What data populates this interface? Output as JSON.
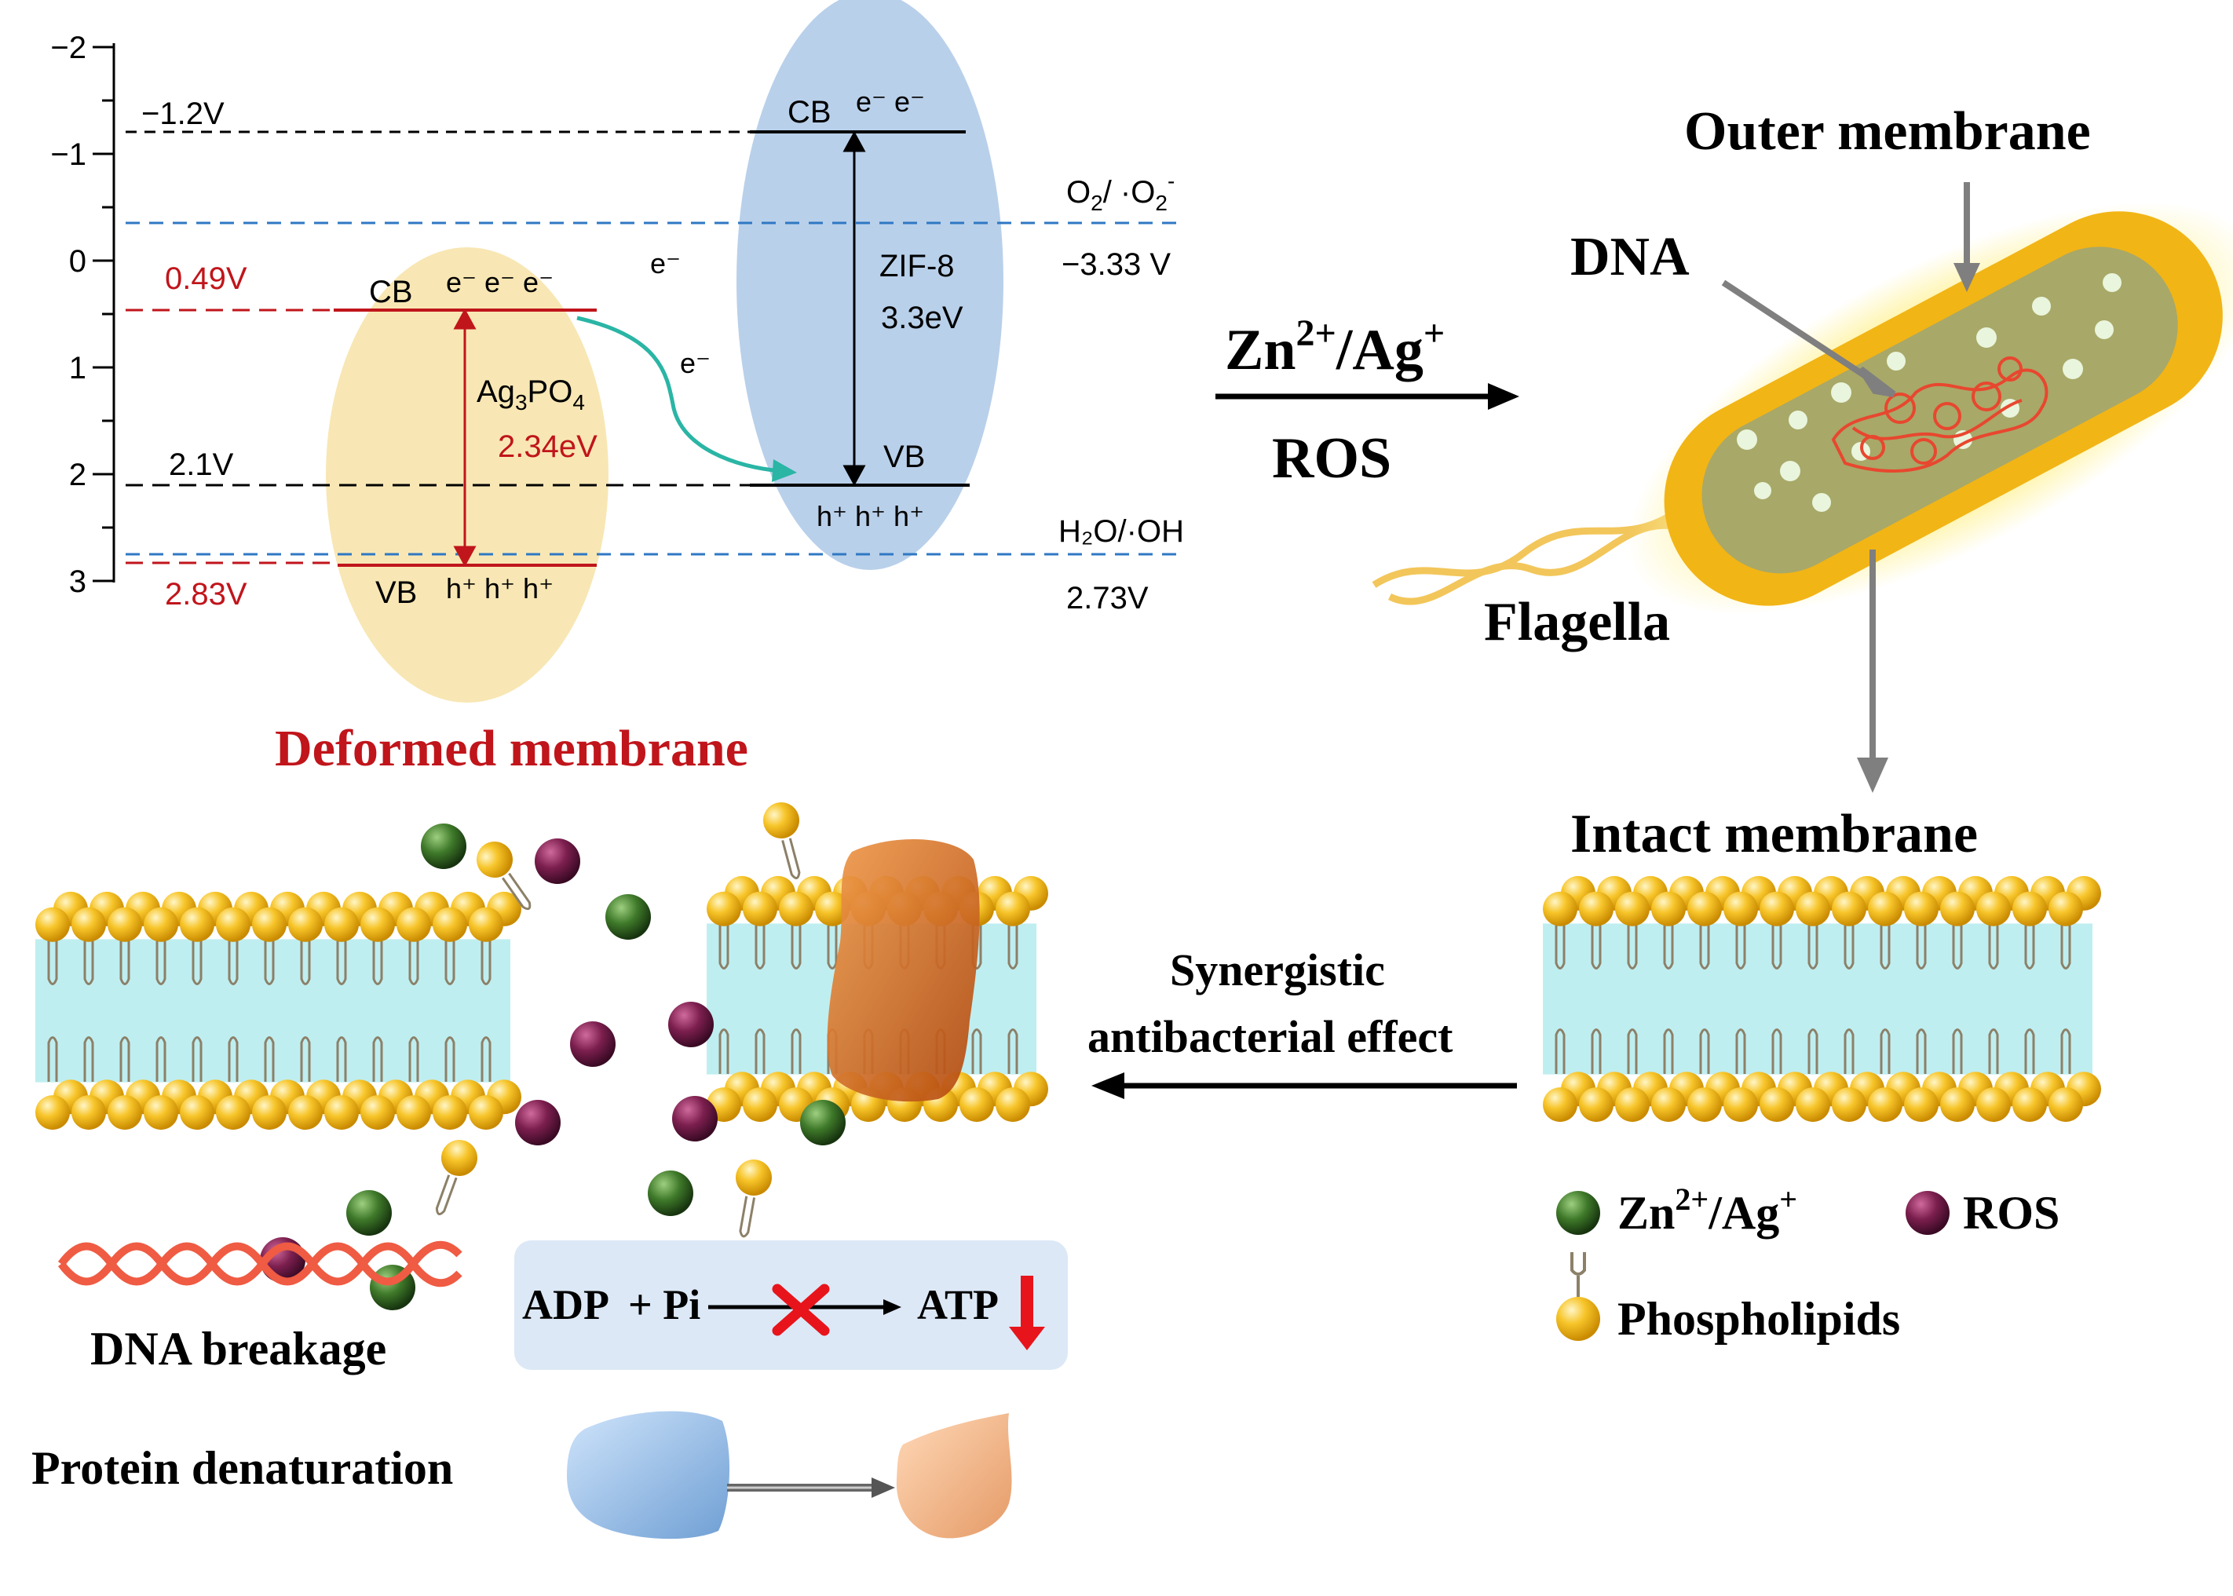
{
  "band_diagram": {
    "y_axis": {
      "ticks": [
        "−2",
        "−1",
        "0",
        "1",
        "2",
        "3"
      ]
    },
    "potential_labels": {
      "minus_1_2": "−1.2V",
      "ag_cb": "0.49V",
      "zif_vb": "2.1V",
      "ag_vb": "2.83V",
      "o2_potential": "−3.33 V",
      "oh_potential": "2.73V"
    },
    "ag3po4": {
      "cb_label": "CB",
      "vb_label": "VB",
      "electrons": "e⁻ e⁻ e⁻",
      "holes": "h⁺ h⁺ h⁺",
      "name_main": "Ag",
      "name_sub": "3",
      "name_rest": "PO",
      "name_sub2": "4",
      "gap": "2.34eV"
    },
    "zif8": {
      "cb_label": "CB",
      "vb_label": "VB",
      "electrons": "e⁻ e⁻",
      "holes": "h⁺ h⁺ h⁺",
      "name": "ZIF-8",
      "gap": "3.3eV"
    },
    "transfer_electron_1": "e⁻",
    "transfer_electron_2": "e⁻",
    "redox_o2": {
      "a": "O",
      "a_sub": "2",
      "b": "/ ·O",
      "b_sub": "2",
      "b_sup": "-"
    },
    "redox_oh": "H₂O/·OH",
    "colors": {
      "ag_ellipse": "#f7e6b2",
      "zif_ellipse": "#b8cfe9",
      "red": "#c0151b",
      "blue_dash": "#2f78c4",
      "teal": "#2ab5a5"
    }
  },
  "process": {
    "arrow_top": {
      "zn": "Zn",
      "zn_sup": "2+",
      "ag": "/Ag",
      "ag_sup": "+"
    },
    "arrow_bottom": "ROS",
    "bacterium_labels": {
      "outer_membrane": "Outer membrane",
      "dna": "DNA",
      "flagella": "Flagella"
    },
    "intact_membrane": "Intact membrane",
    "deformed_membrane": "Deformed membrane",
    "synergistic_line1": "Synergistic",
    "synergistic_line2": "antibacterial effect"
  },
  "legend": {
    "zn_ag": {
      "zn": "Zn",
      "zn_sup": "2+",
      "ag": "/Ag",
      "ag_sup": "+"
    },
    "ros": "ROS",
    "phospholipids": "Phospholipids",
    "colors": {
      "zn": "#3e6b2a",
      "ros": "#7a1e4a",
      "lipid": "#f3b316"
    }
  },
  "effects": {
    "dna_breakage": "DNA breakage",
    "atp": {
      "adp": "ADP",
      "pi": "+ Pi",
      "atp": "ATP"
    },
    "protein_denaturation": "Protein denaturation"
  }
}
